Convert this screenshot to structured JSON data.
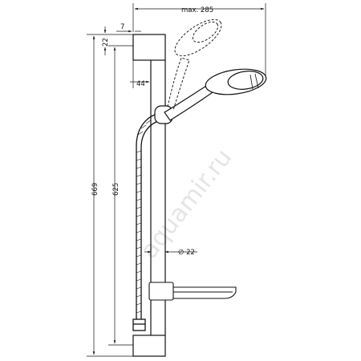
{
  "drawing": {
    "dimensions": {
      "max_width": "max. 285",
      "overall_height": "669",
      "rail_height": "625",
      "top_offset": "22",
      "bracket_depth": "7",
      "holder_offset": "44",
      "rail_diameter": "∅ 22"
    },
    "watermark": "aquamir.ru",
    "colors": {
      "line": "#111111",
      "hidden_line": "#222222",
      "watermark": "#cfcfcf"
    }
  }
}
